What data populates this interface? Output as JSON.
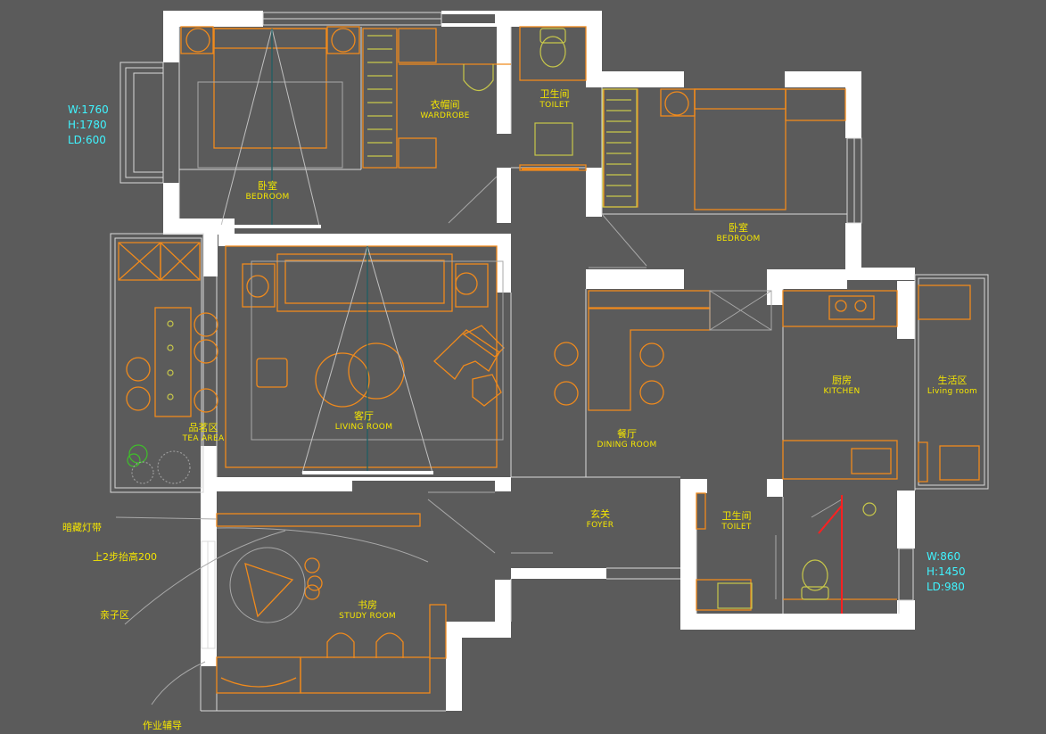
{
  "rooms": {
    "bedroom_master": {
      "cn": "卧室",
      "en": "BEDROOM"
    },
    "wardrobe": {
      "cn": "衣帽间",
      "en": "WARDROBE"
    },
    "toilet_upper": {
      "cn": "卫生间",
      "en": "TOILET"
    },
    "bedroom_second": {
      "cn": "卧室",
      "en": "BEDROOM"
    },
    "living_room": {
      "cn": "客厅",
      "en": "LIVING ROOM"
    },
    "tea_area": {
      "cn": "品茗区",
      "en": "TEA AREA"
    },
    "dining_room": {
      "cn": "餐厅",
      "en": "DINING ROOM"
    },
    "kitchen": {
      "cn": "厨房",
      "en": "KITCHEN"
    },
    "living_area": {
      "cn": "生活区",
      "en": "Living room"
    },
    "foyer": {
      "cn": "玄关",
      "en": "FOYER"
    },
    "toilet_lower": {
      "cn": "卫生间",
      "en": "TOILET"
    },
    "study_room": {
      "cn": "书房",
      "en": "STUDY ROOM"
    }
  },
  "annotations": {
    "hidden_light_strip": "暗藏灯带",
    "raised_steps": "上2步抬高200",
    "parent_child_area": "亲子区",
    "homework_tutoring": "作业辅导"
  },
  "dimensions": {
    "window_left": {
      "w": "W:1760",
      "h": "H:1780",
      "ld": "LD:600"
    },
    "window_right": {
      "w": "W:860",
      "h": "H:1450",
      "ld": "LD:980"
    }
  },
  "colors": {
    "background": "#5b5b5b",
    "wall": "#ffffff",
    "furniture": "#f08a1c",
    "fixture": "#c8c84a",
    "text": "#f5e600",
    "dimension_text": "#3ff4ff",
    "axis_line": "#1f5f63",
    "door_red": "#ff2020"
  }
}
